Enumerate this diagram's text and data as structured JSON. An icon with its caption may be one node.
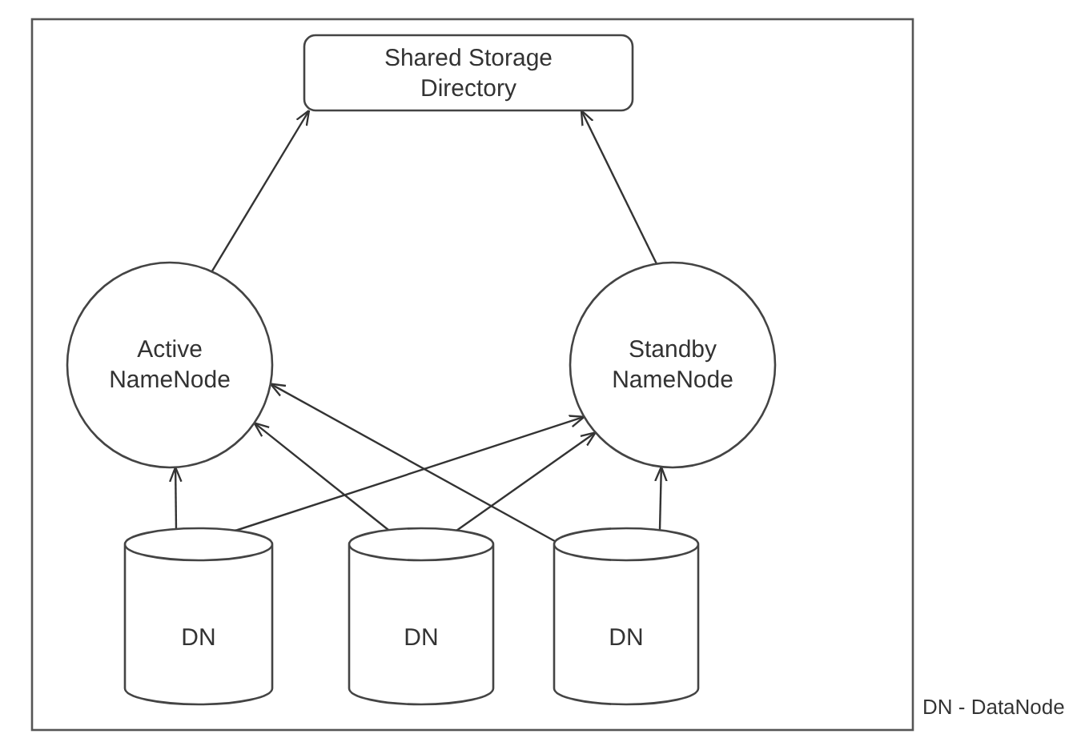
{
  "diagram": {
    "nodes": [
      {
        "text": [
          "Shared Storage Directory"
        ]
      },
      {
        "text": [
          "Active NameNode"
        ]
      },
      {
        "text": [
          "Standby NameNode"
        ]
      },
      {
        "text": [
          "DN"
        ]
      },
      {
        "text": [
          "DN"
        ]
      },
      {
        "text": [
          "DN"
        ]
      }
    ],
    "edges": [
      {
        "from": 1,
        "to": 0,
        "arrow": "to"
      },
      {
        "from": 2,
        "to": 0,
        "arrow": "to"
      },
      {
        "from": 3,
        "to": 1,
        "arrow": "to"
      },
      {
        "from": 3,
        "to": 2,
        "arrow": "to"
      },
      {
        "from": 4,
        "to": 1,
        "arrow": "to"
      },
      {
        "from": 4,
        "to": 2,
        "arrow": "to"
      },
      {
        "from": 5,
        "to": 1,
        "arrow": "to"
      },
      {
        "from": 5,
        "to": 2,
        "arrow": "to"
      }
    ],
    "labels": [
      "DN - DataNode"
    ]
  }
}
